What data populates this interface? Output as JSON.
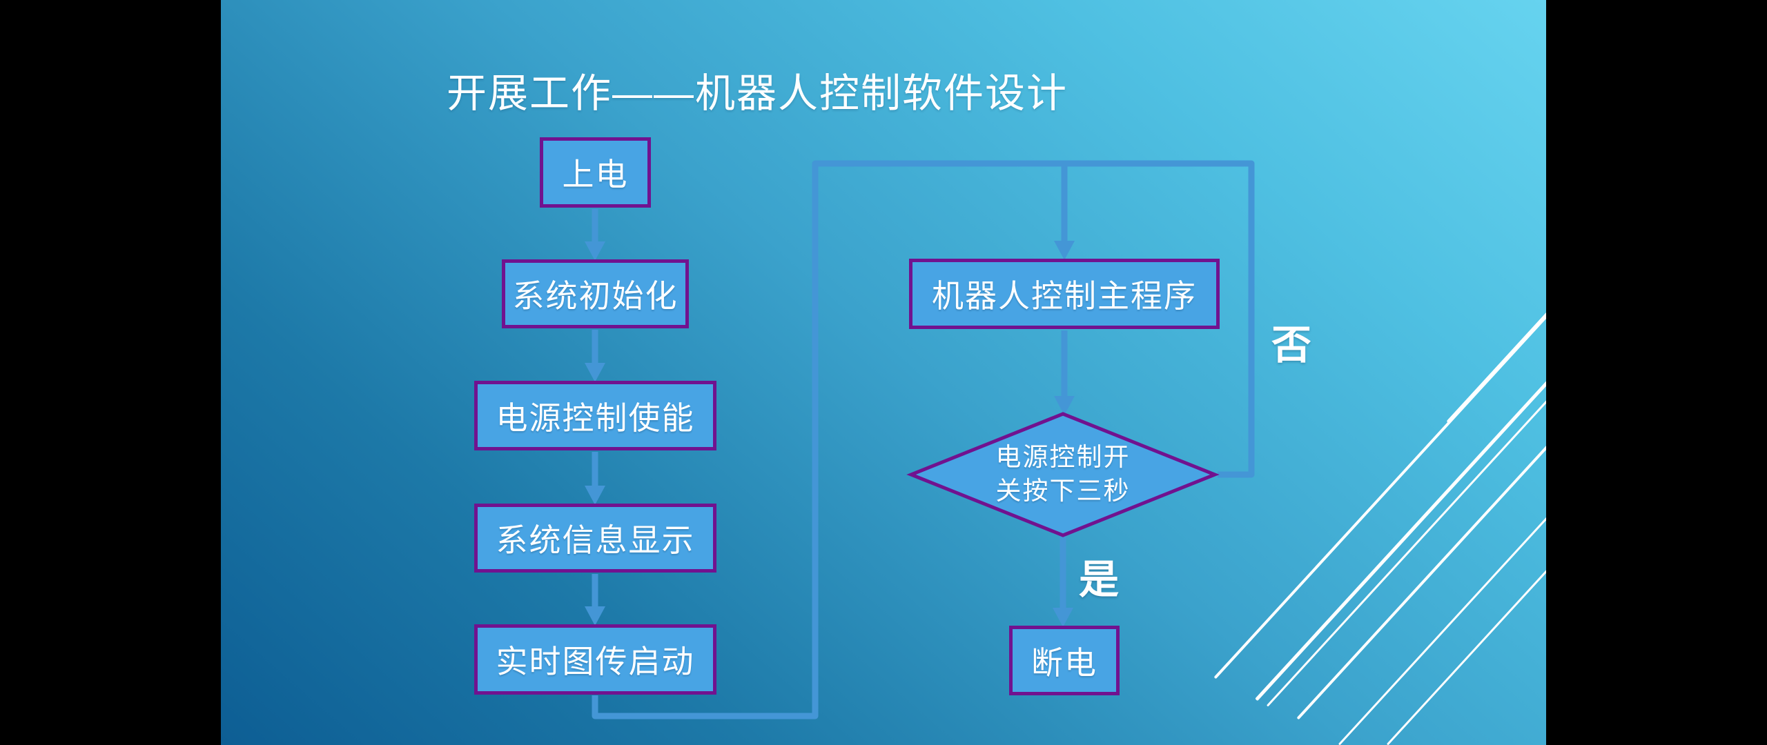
{
  "slide": {
    "title": "开展工作——机器人控制软件设计",
    "flowchart": {
      "startup_steps": [
        {
          "label": "上电"
        },
        {
          "label": "系统初始化"
        },
        {
          "label": "电源控制使能"
        },
        {
          "label": "系统信息显示"
        },
        {
          "label": "实时图传启动"
        }
      ],
      "main_program": {
        "label": "机器人控制主程序"
      },
      "decision": {
        "line1": "电源控制开",
        "line2": "关按下三秒"
      },
      "power_off": {
        "label": "断电"
      },
      "branch_labels": {
        "no": "否",
        "yes": "是"
      }
    },
    "colors": {
      "background_top": "#66d3ef",
      "background_bottom": "#0d5e94",
      "node_fill": "#48a4e4",
      "node_border": "#71128f",
      "connector": "#4496d6",
      "text": "#ffffff",
      "letterbox": "#000000",
      "decoration_lines": "#ffffff"
    }
  }
}
